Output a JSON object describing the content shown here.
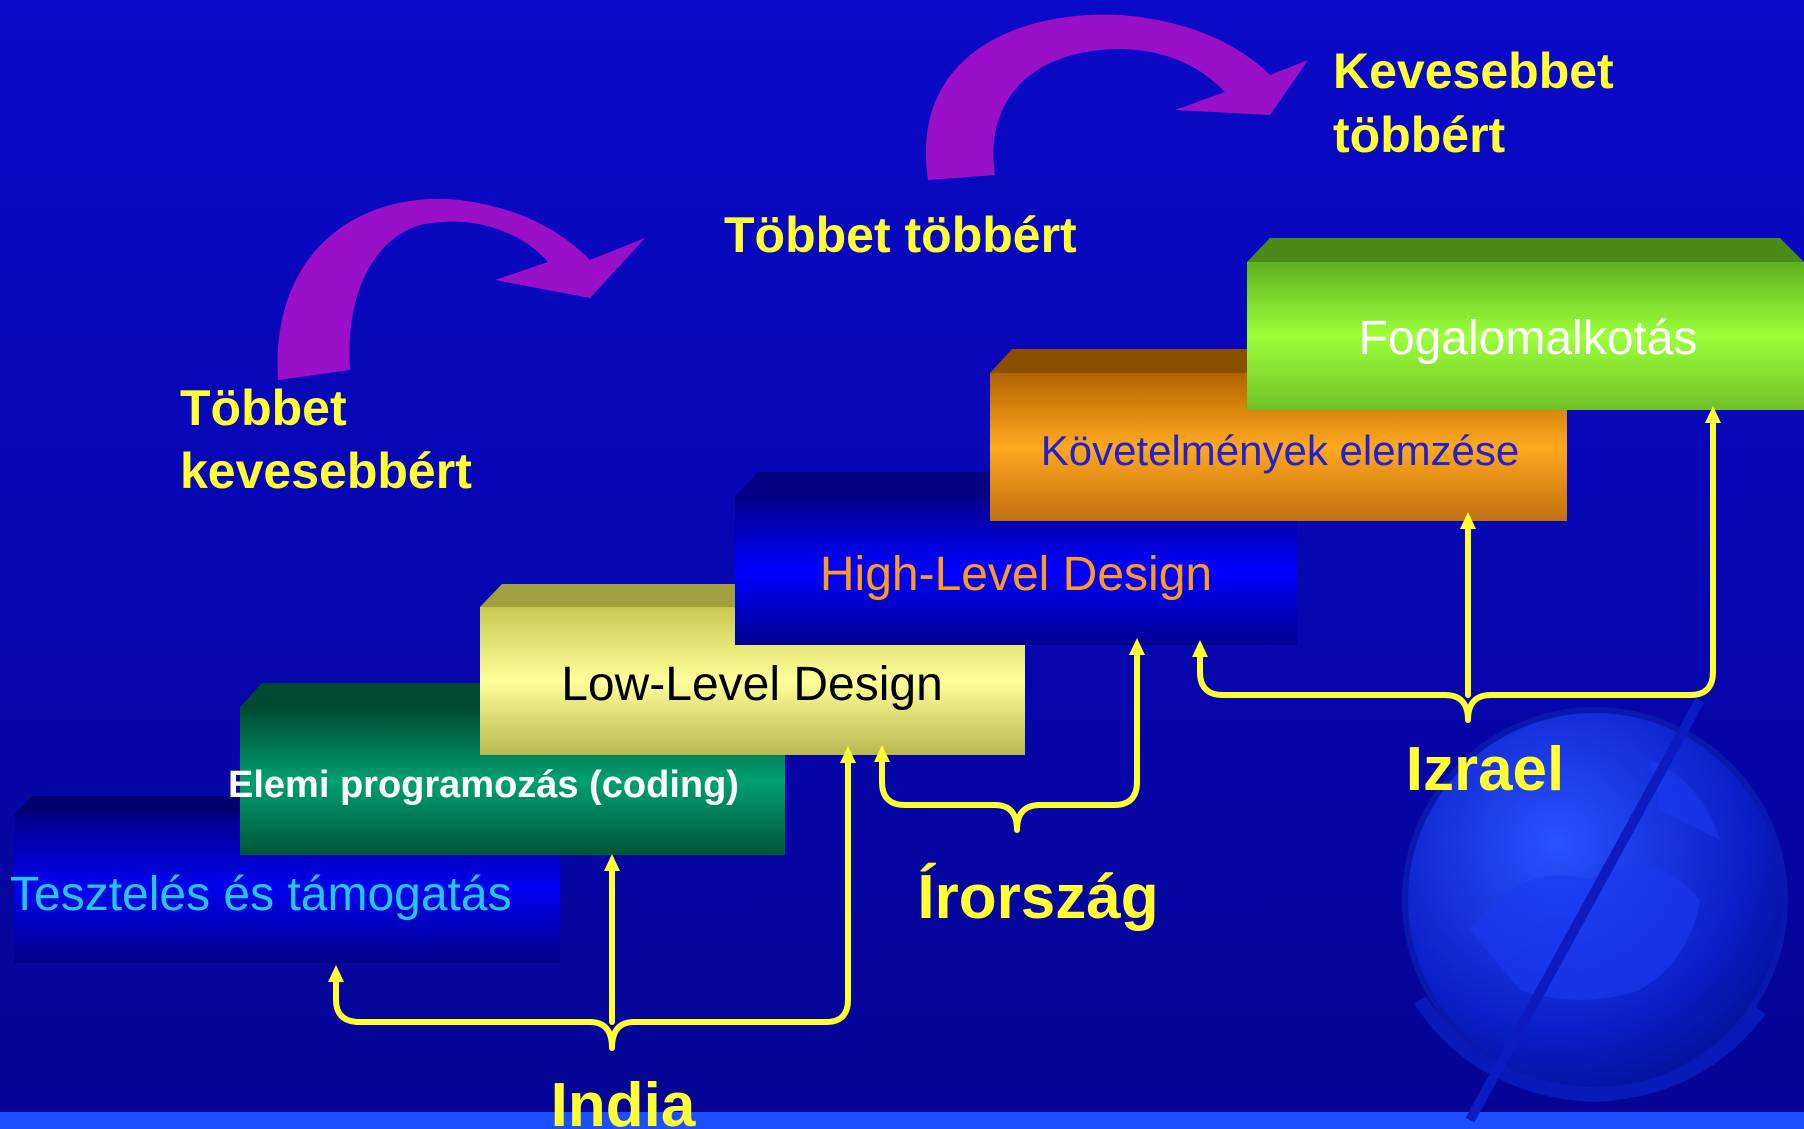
{
  "colors": {
    "background_top": "#0a0ac8",
    "background_bottom": "#050594",
    "accent_yellow": "#ffff33",
    "arrow_purple": "#9a10c8"
  },
  "labels": {
    "kevesebbet_line1": "Kevesebbet",
    "kevesebbet_line2": "többért",
    "tobbet_tobbert": "Többet többért",
    "tobbet_line1": "Többet",
    "tobbet_line2": "kevesebbért",
    "india": "India",
    "irorszag": "Írország",
    "izrael": "Izrael"
  },
  "steps": [
    {
      "id": "testing",
      "label": "Tesztelés és támogatás",
      "face": "#0000e6",
      "text_color": "#22c8f0"
    },
    {
      "id": "coding",
      "label": "Elemi programozás (coding)",
      "face": "#008a5e",
      "text_color": "#ffffff"
    },
    {
      "id": "lld",
      "label": "Low-Level Design",
      "face": "#f2f28a",
      "text_color": "#000000"
    },
    {
      "id": "hld",
      "label": "High-Level Design",
      "face": "#0000f0",
      "text_color": "#ff9a20"
    },
    {
      "id": "req",
      "label": "Követelmények elemzése",
      "face": "#f29a10",
      "text_color": "#2222cc"
    },
    {
      "id": "concept",
      "label": "Fogalomalkotás",
      "face": "#88ee2a",
      "text_color": "#ffffff"
    }
  ],
  "decor": {
    "globe": "globe-icon"
  }
}
